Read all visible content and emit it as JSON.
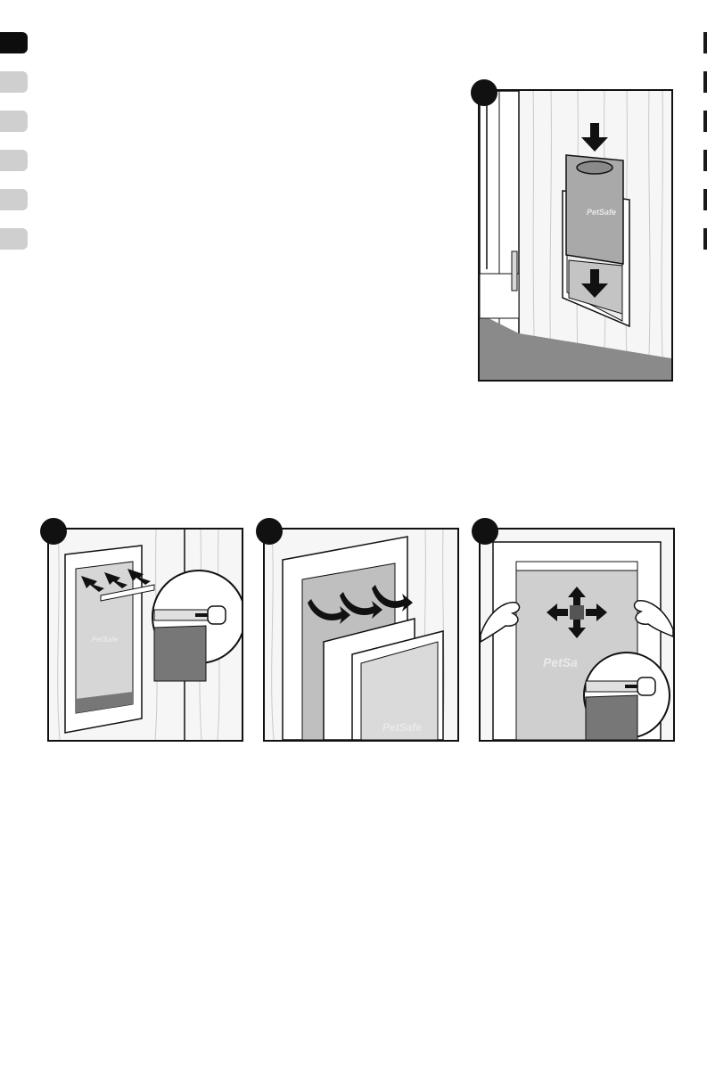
{
  "page": {
    "left_tabs": [
      {
        "state": "active"
      },
      {
        "state": "inactive"
      },
      {
        "state": "inactive"
      },
      {
        "state": "inactive"
      },
      {
        "state": "inactive"
      },
      {
        "state": "inactive"
      }
    ],
    "brand_label": "PetSafe",
    "brand_label_cut": "PetSa",
    "colors": {
      "ink": "#111111",
      "tab_active": "#0d0d0d",
      "tab_inactive": "#cfcfcf",
      "flap_gray": "#a9a9a9"
    }
  },
  "figures": [
    {
      "id": "fig-insert-flap",
      "icons": [
        "down-arrow-icon",
        "down-arrow-icon",
        "hinge-icon"
      ]
    },
    {
      "id": "fig-remove-bar",
      "icons": [
        "arrow-icon",
        "screwdriver-icon"
      ]
    },
    {
      "id": "fig-attach-flap",
      "icons": [
        "curved-arrow-icon"
      ]
    },
    {
      "id": "fig-adjust-flap",
      "icons": [
        "four-way-arrow-icon",
        "hand-icon",
        "screwdriver-icon"
      ]
    }
  ]
}
